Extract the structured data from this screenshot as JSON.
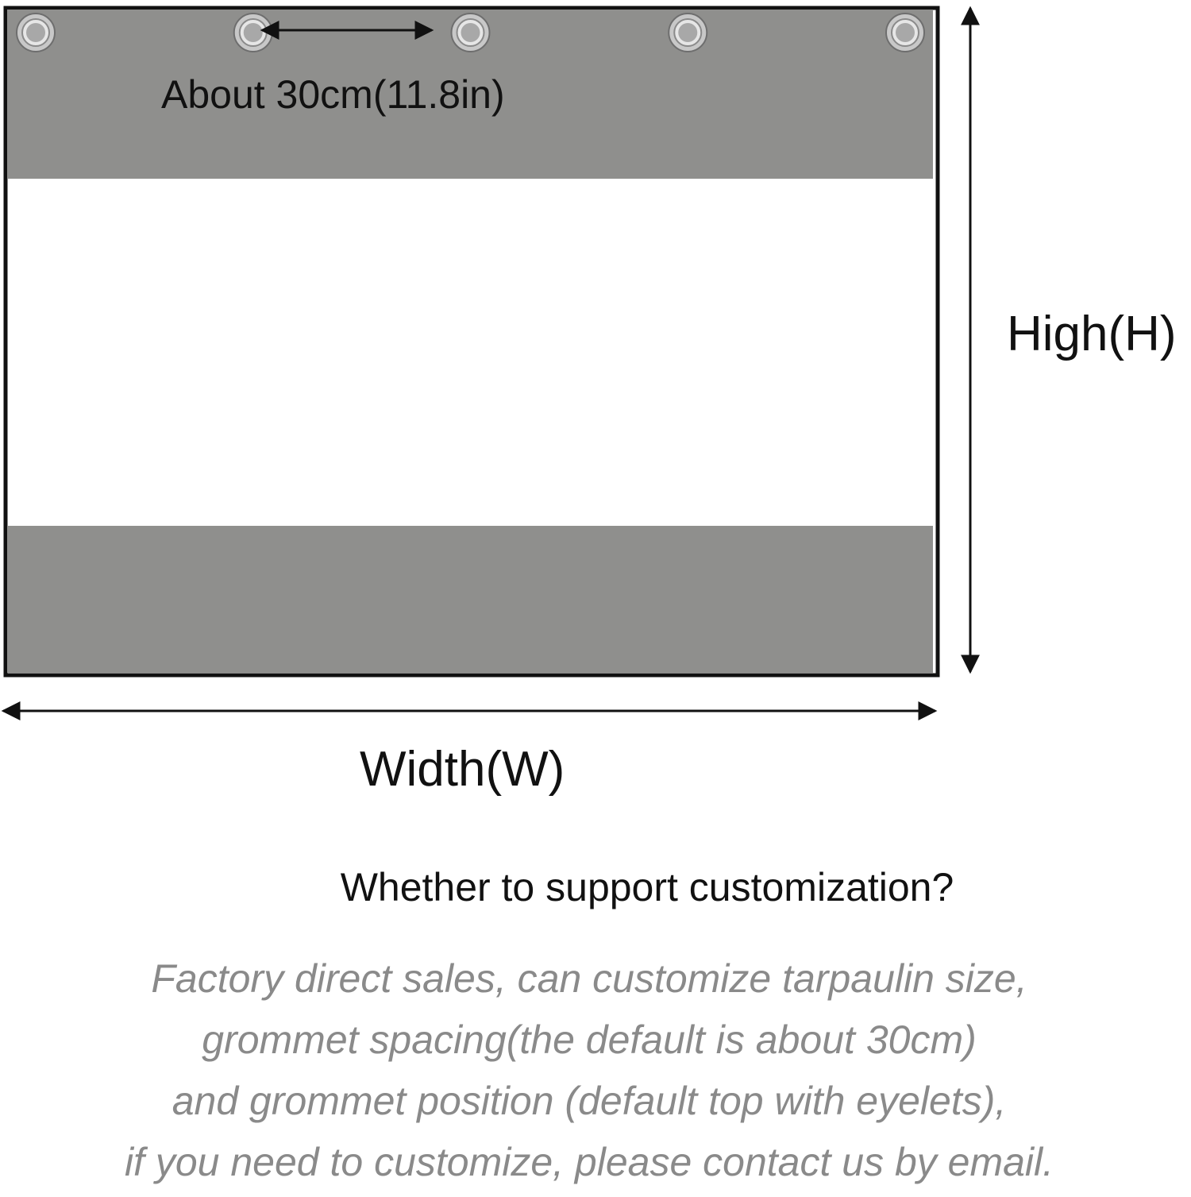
{
  "diagram": {
    "spacing_label": "About 30cm(11.8in)",
    "height_label": "High(H)",
    "width_label": "Width(W)",
    "grommet_count": 5,
    "colors": {
      "band": "#8f8f8d",
      "panel": "#ffffff",
      "frame": "#111111",
      "grommet_ring": "#c8c8c8",
      "grommet_center": "#a8a8a8"
    }
  },
  "question": "Whether to support customization?",
  "notes": [
    "Factory direct sales, can customize tarpaulin size,",
    "grommet spacing(the default is about 30cm)",
    "and grommet position (default top with eyelets),",
    "if you need to customize, please contact us by email."
  ]
}
